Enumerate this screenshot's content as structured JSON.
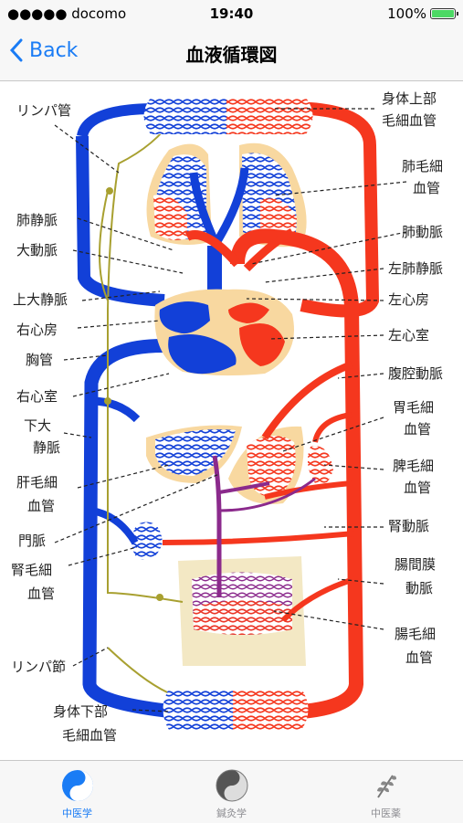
{
  "status": {
    "carrier": "●●●●● docomo",
    "time": "19:40",
    "battery": "100%"
  },
  "nav": {
    "back": "Back",
    "title": "血液循環図"
  },
  "labels": {
    "lymph_vessel": "リンパ管",
    "upper_cap_1": "身体上部",
    "upper_cap_2": "毛細血管",
    "lung_cap_1": "肺毛細",
    "lung_cap_2": "血管",
    "pulm_vein": "肺静脈",
    "pulm_artery": "肺動脈",
    "aorta": "大動脈",
    "left_pulm_vein": "左肺静脈",
    "svc": "上大静脈",
    "left_atrium": "左心房",
    "right_atrium": "右心房",
    "left_ventricle": "左心室",
    "thoracic_duct": "胸管",
    "celiac": "腹腔動脈",
    "right_ventricle": "右心室",
    "stomach_cap_1": "胃毛細",
    "stomach_cap_2": "血管",
    "ivc_1": "下大",
    "ivc_2": "静脈",
    "spleen_cap_1": "脾毛細",
    "spleen_cap_2": "血管",
    "liver_cap_1": "肝毛細",
    "liver_cap_2": "血管",
    "portal": "門脈",
    "renal_artery": "腎動脈",
    "kidney_cap_1": "腎毛細",
    "kidney_cap_2": "血管",
    "mesenteric_1": "腸間膜",
    "mesenteric_2": "動脈",
    "lymph_node": "リンパ節",
    "intestine_cap_1": "腸毛細",
    "intestine_cap_2": "血管",
    "lower_cap_1": "身体下部",
    "lower_cap_2": "毛細血管"
  },
  "tabs": [
    {
      "label": "中医学",
      "active": true
    },
    {
      "label": "鍼灸学",
      "active": false
    },
    {
      "label": "中医薬",
      "active": false
    }
  ],
  "colors": {
    "accent": "#1a7cf5",
    "artery": "#f5371e",
    "vein": "#1240d8",
    "portal": "#8b2a8c",
    "lymph": "#a8a030",
    "organ": "#f8d8a0"
  }
}
